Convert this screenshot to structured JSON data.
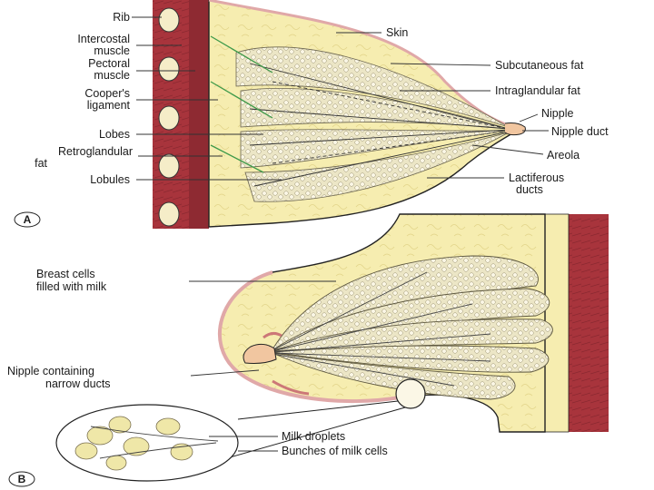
{
  "panel_a": {
    "tag": "A",
    "labels_left": {
      "rib": "Rib",
      "intercostal_1": "Intercostal",
      "intercostal_2": "muscle",
      "pectoral_1": "Pectoral",
      "pectoral_2": "muscle",
      "coopers_1": "Cooper's",
      "coopers_2": "ligament",
      "lobes": "Lobes",
      "retro_1": "Retroglandular",
      "retro_2": "fat",
      "lobules": "Lobules"
    },
    "labels_right": {
      "skin": "Skin",
      "subcutaneous": "Subcutaneous fat",
      "intraglandular": "Intraglandular fat",
      "nipple": "Nipple",
      "nipple_duct": "Nipple duct",
      "areola": "Areola",
      "lactiferous_1": "Lactiferous",
      "lactiferous_2": "ducts"
    }
  },
  "panel_b": {
    "tag": "B",
    "labels": {
      "breast_cells_1": "Breast cells",
      "breast_cells_2": "filled with milk",
      "nipple_containing_1": "Nipple containing",
      "nipple_containing_2": "narrow ducts",
      "milk_droplets": "Milk droplets",
      "bunches": "Bunches of milk cells"
    }
  },
  "colors": {
    "muscle": "#a8343c",
    "fat": "#f3e9a8",
    "gland": "#e8e3c0",
    "skin_pink": "#e8b3b3",
    "line": "#333333"
  }
}
